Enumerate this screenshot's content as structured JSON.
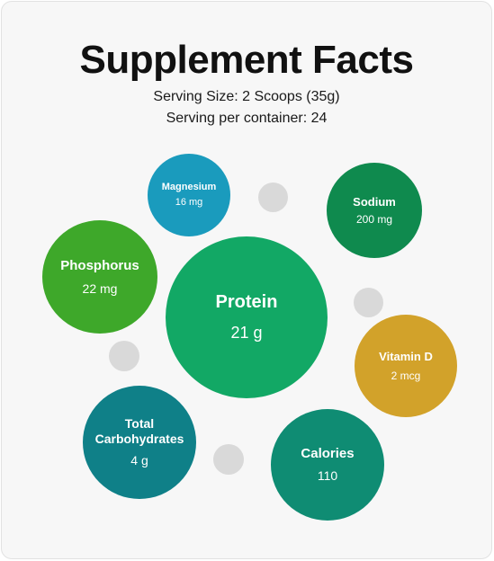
{
  "header": {
    "title": "Supplement Facts",
    "serving_size": "Serving Size: 2 Scoops (35g)",
    "servings_per_container": "Serving per container: 24"
  },
  "nutrients": [
    {
      "name": "Magnesium",
      "value": "16 mg",
      "color": "#1a9bbd"
    },
    {
      "name": "Sodium",
      "value": "200 mg",
      "color": "#0f8a4e"
    },
    {
      "name": "Phosphorus",
      "value": "22 mg",
      "color": "#3ea82a"
    },
    {
      "name": "Protein",
      "value": "21 g",
      "color": "#12a865"
    },
    {
      "name": "Vitamin D",
      "value": "2 mcg",
      "color": "#d2a22a"
    },
    {
      "name": "Total\nCarbohydrates",
      "value": "4 g",
      "color": "#0f8088"
    },
    {
      "name": "Calories",
      "value": "110",
      "color": "#0f8c73"
    }
  ]
}
